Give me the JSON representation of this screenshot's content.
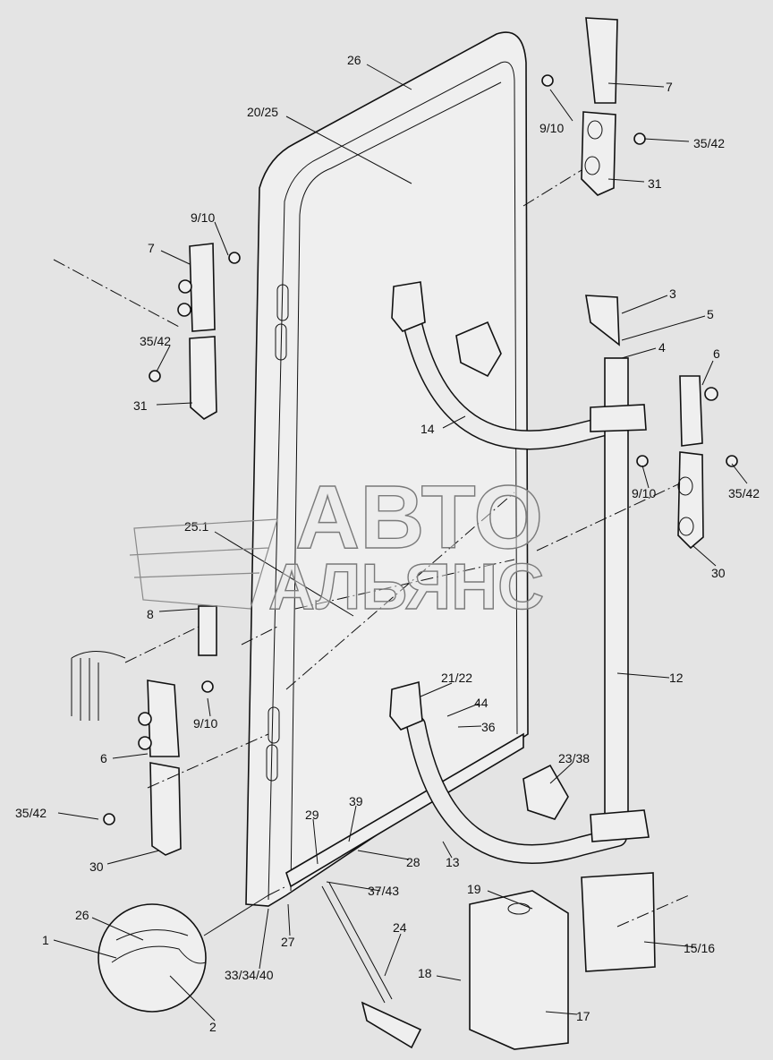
{
  "watermark": {
    "line1": "АВТО",
    "line2": "АЛЬЯНС"
  },
  "labels": {
    "l26_top": "26",
    "l20_25": "20/25",
    "l7_right": "7",
    "l9_10_top_right": "9/10",
    "l35_42_top_right": "35/42",
    "l31_right": "31",
    "l9_10_left": "9/10",
    "l7_left": "7",
    "l35_42_left": "35/42",
    "l31_left": "31",
    "l3": "3",
    "l5": "5",
    "l4": "4",
    "l6_right": "6",
    "l14": "14",
    "l9_10_mid_right": "9/10",
    "l35_42_mid_right": "35/42",
    "l30_right": "30",
    "l25_1": "25.1",
    "l8": "8",
    "l12": "12",
    "l21_22": "21/22",
    "l44": "44",
    "l36": "36",
    "l9_10_lower_left": "9/10",
    "l6_left": "6",
    "l23_38": "23/38",
    "l35_42_lower_left": "35/42",
    "l39": "39",
    "l29": "29",
    "l28": "28",
    "l13": "13",
    "l30_left": "30",
    "l37_43": "37/43",
    "l19": "19",
    "l26_detail": "26",
    "l1": "1",
    "l27": "27",
    "l24": "24",
    "l15_16": "15/16",
    "l18": "18",
    "l33_34_40": "33/34/40",
    "l2": "2",
    "l17": "17"
  }
}
